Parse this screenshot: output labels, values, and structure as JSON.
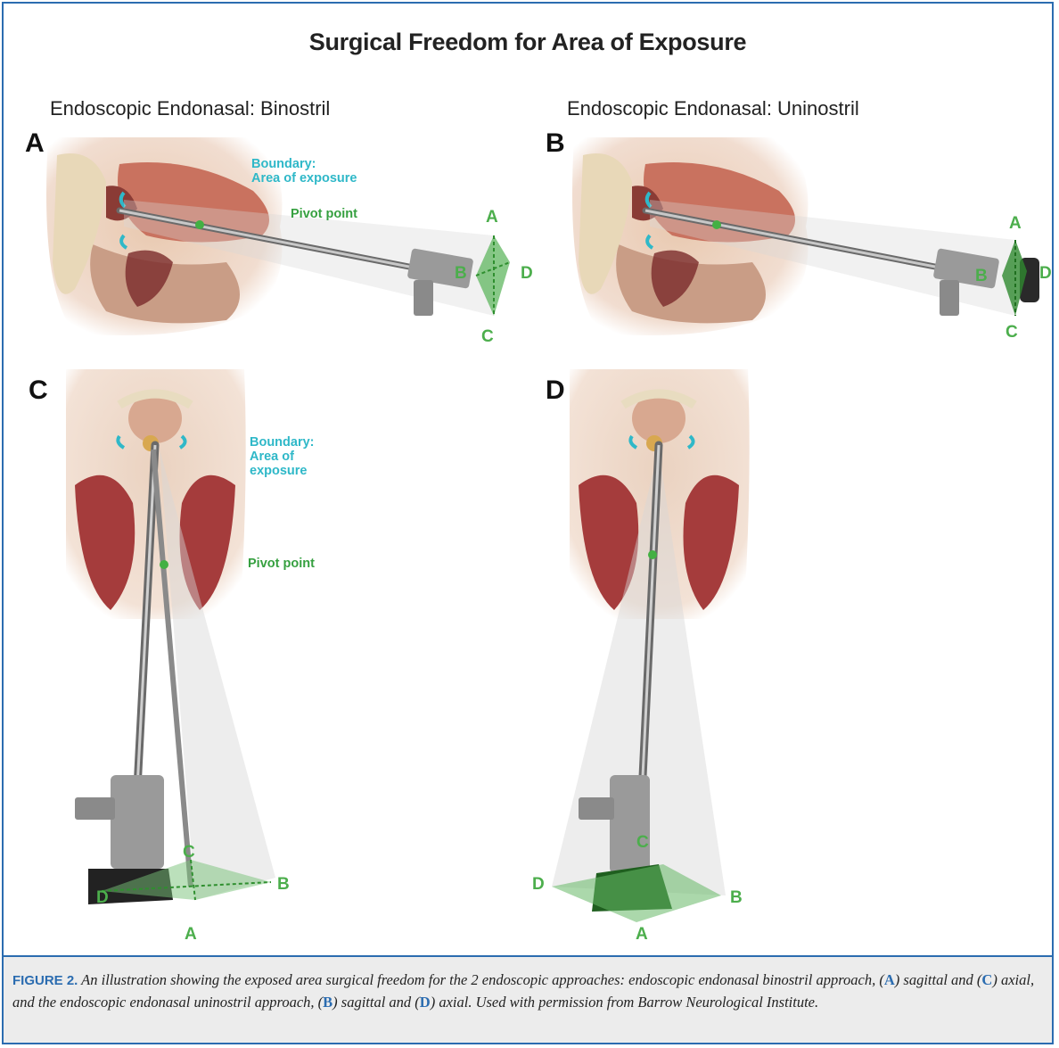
{
  "title": "Surgical Freedom for Area of Exposure",
  "panels": {
    "a": {
      "heading": "Endoscopic Endonasal: Binostril",
      "letter": "A",
      "boundary": "Boundary:\nArea of exposure",
      "pivot": "Pivot point",
      "vertices": [
        "A",
        "B",
        "C",
        "D"
      ]
    },
    "b": {
      "heading": "Endoscopic Endonasal: Uninostril",
      "letter": "B",
      "vertices": [
        "A",
        "B",
        "C",
        "D"
      ]
    },
    "c": {
      "letter": "C",
      "boundary": "Boundary:\nArea of\nexposure",
      "pivot": "Pivot point",
      "vertices": [
        "A",
        "B",
        "C",
        "D"
      ]
    },
    "d": {
      "letter": "D",
      "vertices": [
        "A",
        "B",
        "C",
        "D"
      ]
    }
  },
  "caption": {
    "figure_label": "FIGURE 2.",
    "text_1": " An illustration showing the exposed area surgical freedom for the 2 endoscopic approaches: endoscopic endonasal binostril approach, (",
    "ref_a": "A",
    "text_2": ") sagittal and (",
    "ref_c": "C",
    "text_3": ") axial, and the endoscopic endonasal uninostril approach, (",
    "ref_b": "B",
    "text_4": ") sagittal and (",
    "ref_d": "D",
    "text_5": ") axial. Used with permission from Barrow Neurological Institute."
  },
  "colors": {
    "border": "#2b6cb0",
    "boundary_text": "#2fb8c8",
    "pivot_text": "#36a040",
    "vertex_text": "#4cae4c",
    "caption_bg": "#ececec"
  }
}
